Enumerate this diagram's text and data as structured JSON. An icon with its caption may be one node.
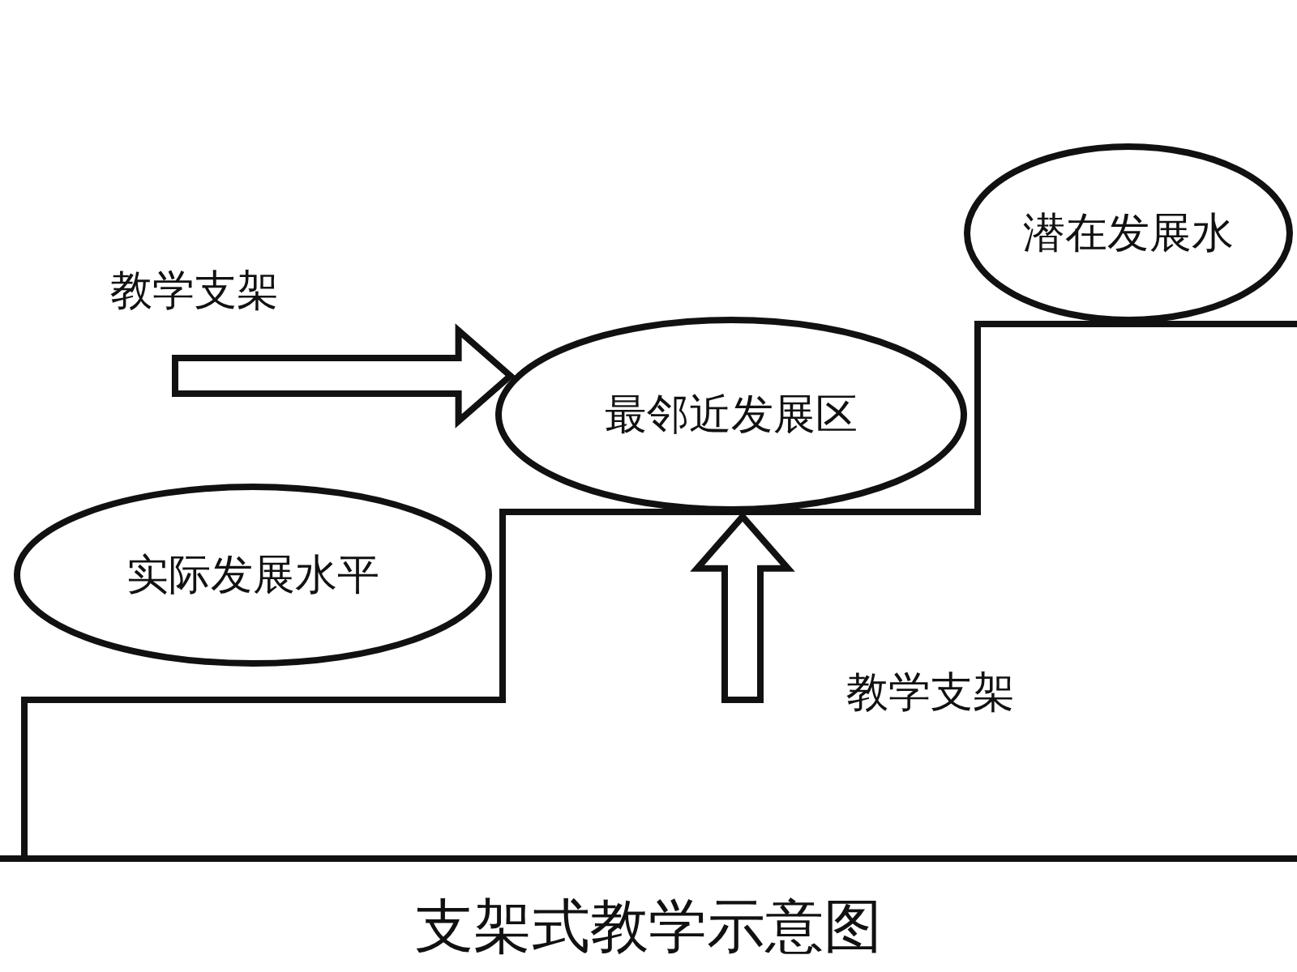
{
  "diagram": {
    "caption": "支架式教学示意图",
    "nodes": [
      {
        "text": [
          "实际发展水平"
        ]
      },
      {
        "text": [
          "最邻近发展区"
        ]
      },
      {
        "text": [
          "潜在发展水"
        ]
      }
    ],
    "edges": [
      {
        "from": null,
        "to": 1,
        "arrow": "to"
      },
      {
        "from": null,
        "to": 1,
        "arrow": "to"
      }
    ],
    "labels": [
      "教学支架",
      "教学支架"
    ]
  }
}
